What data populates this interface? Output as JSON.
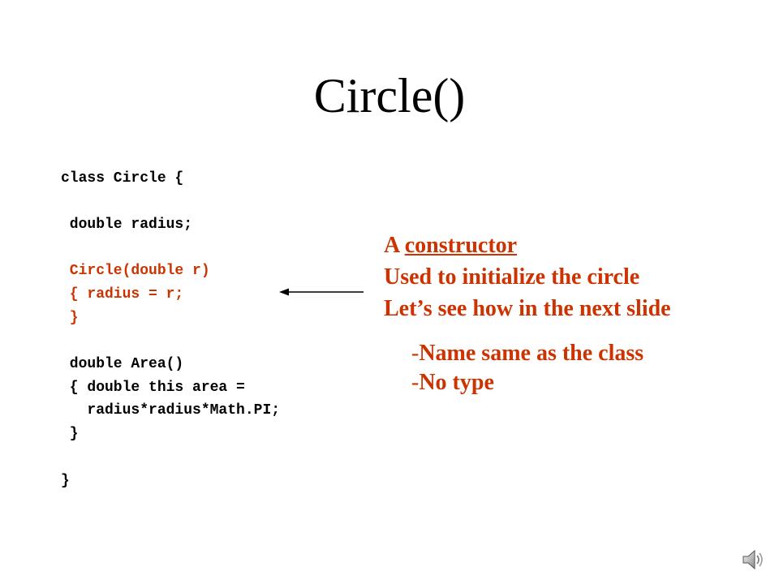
{
  "slide": {
    "title": "Circle()",
    "code": {
      "lines": [
        {
          "text": "class Circle {",
          "highlight": false
        },
        {
          "text": " double radius;",
          "highlight": false
        },
        {
          "text": " Circle(double r)",
          "highlight": true
        },
        {
          "text": " { radius = r;",
          "highlight": true
        },
        {
          "text": " }",
          "highlight": true
        },
        {
          "text": " double Area()",
          "highlight": false
        },
        {
          "text": " { double this area =",
          "highlight": false
        },
        {
          "text": "   radius*radius*Math.PI;",
          "highlight": false
        },
        {
          "text": " }",
          "highlight": false
        },
        {
          "text": "}",
          "highlight": false
        }
      ]
    },
    "callout": {
      "line1_prefix": "A ",
      "line1_term": "constructor",
      "line2": "Used to initialize the circle",
      "line3": "Let’s see how in the next slide",
      "points": [
        {
          "dash": "-",
          "text": "Name same as the class"
        },
        {
          "dash": "-",
          "text": "No type"
        }
      ]
    },
    "colors": {
      "accent": "#cc3300",
      "text": "#000000",
      "background": "#ffffff"
    },
    "icons": {
      "arrow": "arrow-left-icon",
      "speaker": "speaker-icon"
    }
  }
}
